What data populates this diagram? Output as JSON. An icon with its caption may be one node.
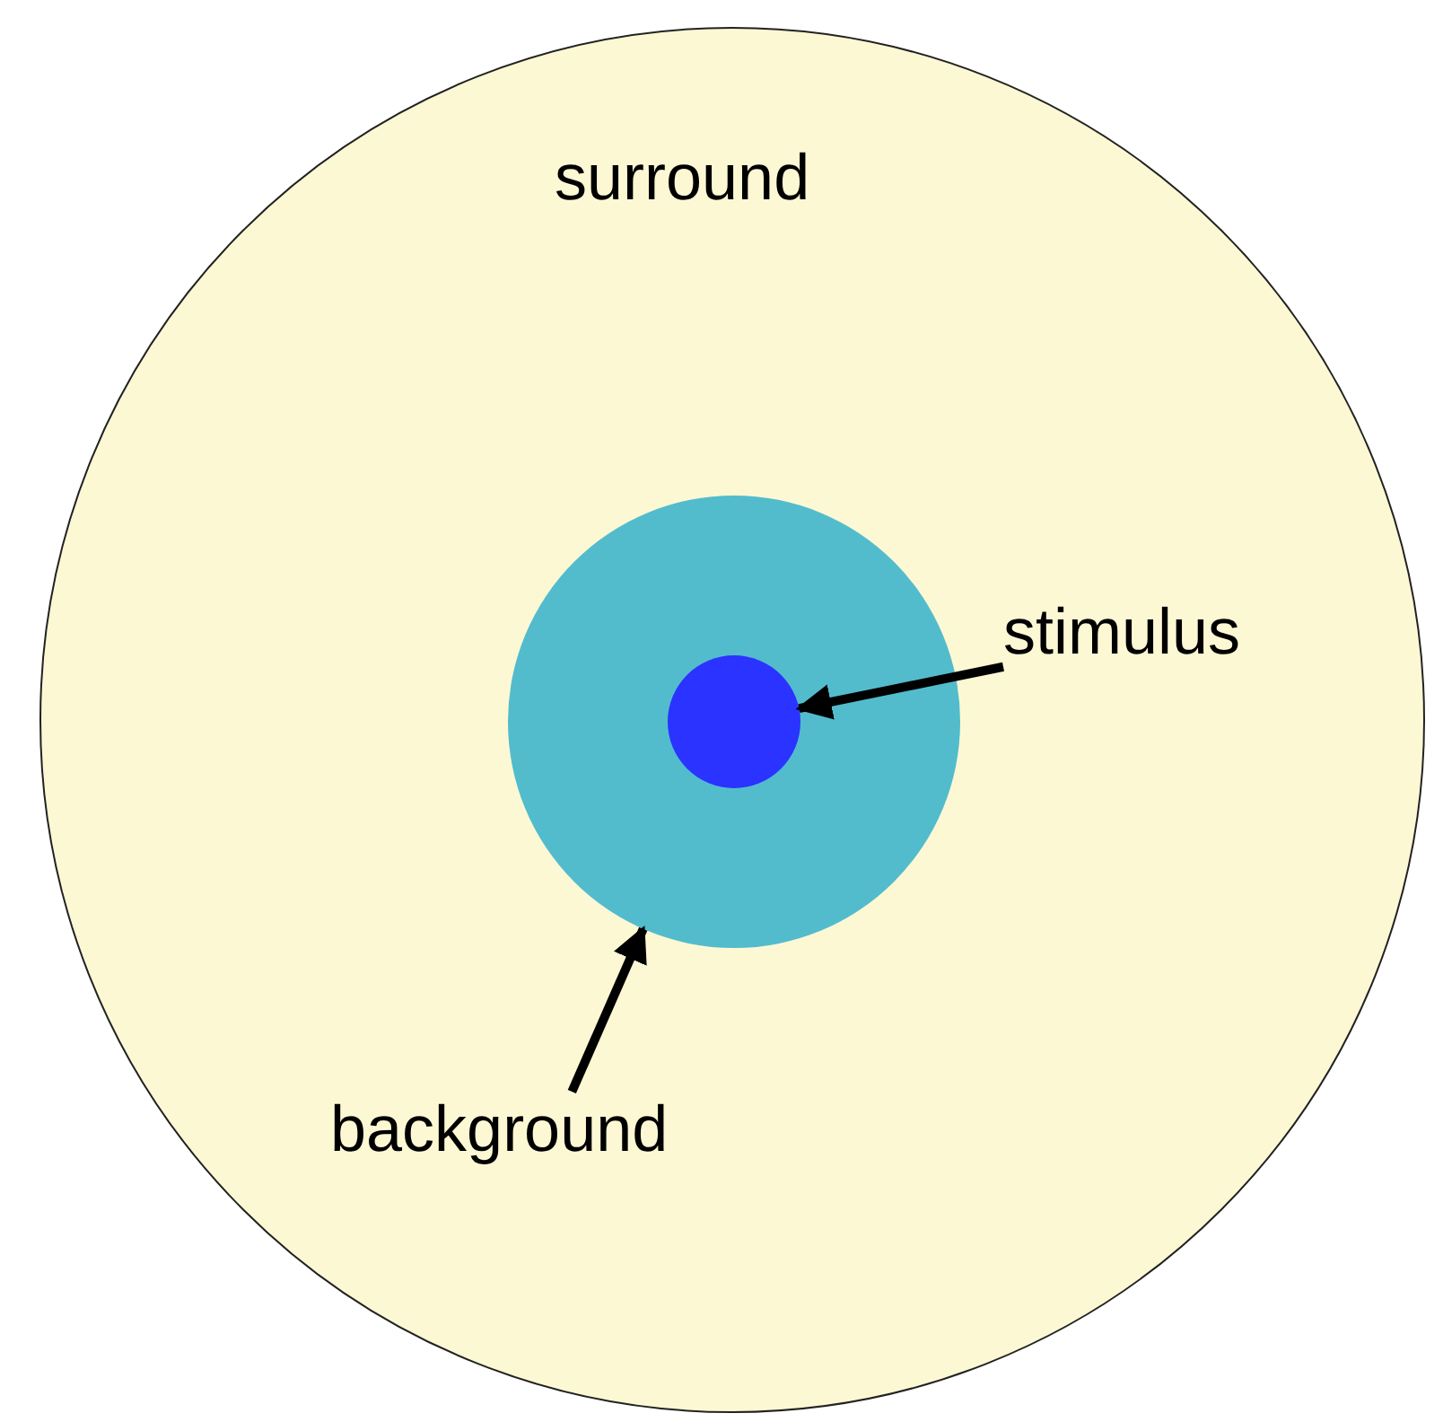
{
  "diagram": {
    "nodes": [
      {
        "text": [
          "surround"
        ]
      },
      {
        "text": [],
        "shape": "circle",
        "in": 0
      },
      {
        "text": [],
        "shape": "circle",
        "in": 1
      },
      {
        "text": [
          "stimulus"
        ],
        "in": 0
      },
      {
        "text": [
          "background"
        ],
        "in": 0
      }
    ],
    "edges": [
      {
        "from": 3,
        "to": 2,
        "arrow": "to"
      },
      {
        "from": 4,
        "to": 1,
        "arrow": "to"
      }
    ]
  }
}
